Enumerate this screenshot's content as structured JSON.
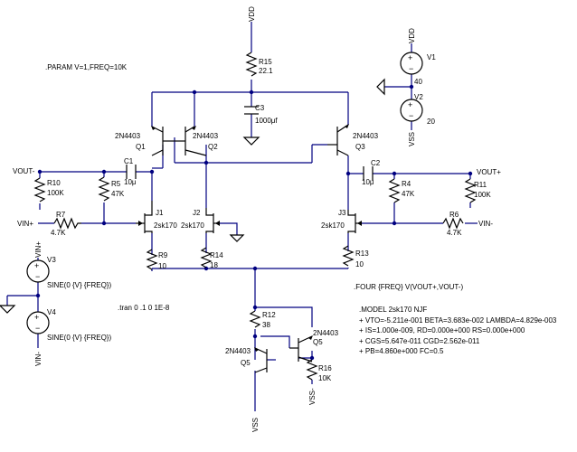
{
  "directives": {
    "param": ".PARAM V=1,FREQ=10K",
    "tran": ".tran 0 .1 0 1E-8",
    "four": ".FOUR {FREQ} V(VOUT+,VOUT-)",
    "model": [
      ".MODEL 2sk170 NJF",
      "+ VTO=-5.211e-001 BETA=3.683e-002 LAMBDA=4.829e-003",
      "+ IS=1.000e-009, RD=0.000e+000 RS=0.000e+000",
      "+ CGS=5.647e-011 CGD=2.562e-011",
      "+ PB=4.860e+000 FC=0.5"
    ]
  },
  "nets": {
    "vdd_top": "VDD",
    "vdd_v1": "VDD",
    "vss_v2": "VSS",
    "vout_minus": "VOUT-",
    "vout_plus": "VOUT+",
    "vin_plus": "VIN+",
    "vin_minus": "VIN-",
    "vin_plus_src": "VIN+",
    "vin_minus_src": "VIN-",
    "vss_q5": "VSS",
    "vss_r16": "VSS-"
  },
  "components": {
    "R15": {
      "ref": "R15",
      "value": "22.1"
    },
    "C3": {
      "ref": "C3",
      "value": "1000μf"
    },
    "V1": {
      "ref": "V1",
      "value": "40"
    },
    "V2": {
      "ref": "V2",
      "value": "20"
    },
    "Q1": {
      "ref": "Q1",
      "model": "2N4403"
    },
    "Q2": {
      "ref": "Q2",
      "model": "2N4403"
    },
    "Q3": {
      "ref": "Q3",
      "model": "2N4403"
    },
    "C1": {
      "ref": "C1",
      "value": "10μ"
    },
    "C2": {
      "ref": "C2",
      "value": "10μ"
    },
    "R10": {
      "ref": "R10",
      "value": "100K"
    },
    "R5": {
      "ref": "R5",
      "value": "47K"
    },
    "R4": {
      "ref": "R4",
      "value": "47K"
    },
    "R11": {
      "ref": "R11",
      "value": "100K"
    },
    "R7": {
      "ref": "R7",
      "value": "4.7K"
    },
    "R6": {
      "ref": "R6",
      "value": "4.7K"
    },
    "J1": {
      "ref": "J1",
      "model": "2sk170"
    },
    "J2": {
      "ref": "J2",
      "model": "2sk170"
    },
    "J3": {
      "ref": "J3",
      "model": "2sk170"
    },
    "R9": {
      "ref": "R9",
      "value": "10"
    },
    "R14": {
      "ref": "R14",
      "value": "18"
    },
    "R13": {
      "ref": "R13",
      "value": "10"
    },
    "V3": {
      "ref": "V3",
      "value": "SINE(0 {V} {FREQ})"
    },
    "V4": {
      "ref": "V4",
      "value": "SINE(0 {V} {FREQ})"
    },
    "R12": {
      "ref": "R12",
      "value": "38"
    },
    "Q5a": {
      "ref": "Q5",
      "model": "2N4403"
    },
    "Q5b": {
      "ref": "Q5",
      "model": "2N4403"
    },
    "R16": {
      "ref": "R16",
      "value": "10K"
    }
  }
}
